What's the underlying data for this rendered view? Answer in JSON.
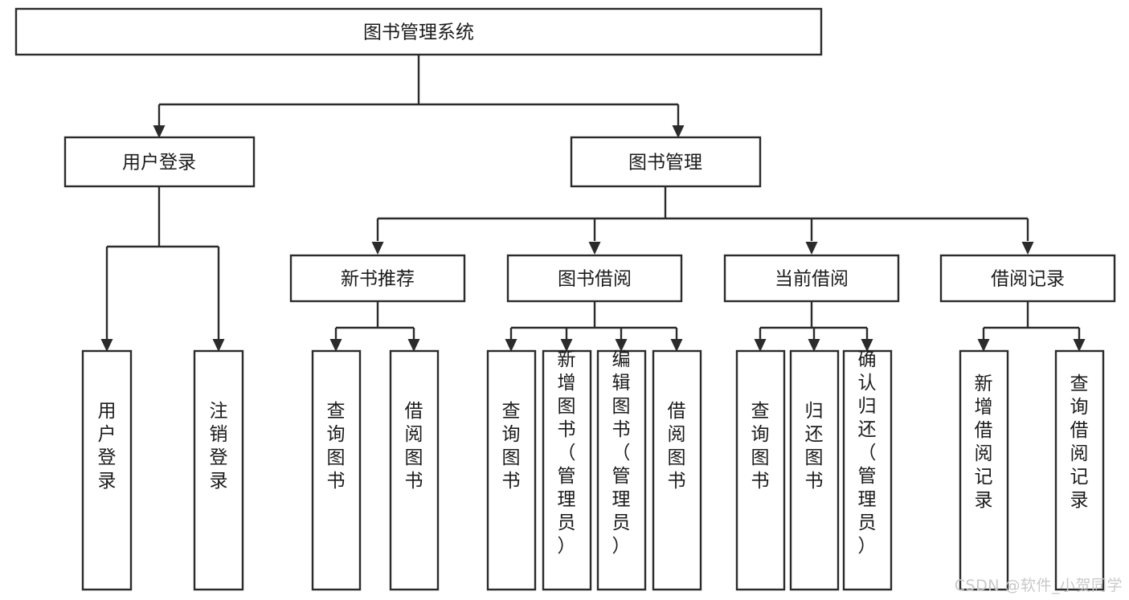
{
  "diagram": {
    "type": "tree-hierarchy",
    "title": "图书管理系统",
    "watermark": "CSDN @软件_小贺同学",
    "colors": {
      "box_fill": "#ffffff",
      "box_stroke": "#2b2b2b",
      "text": "#1b1b1b",
      "background": "#ffffff",
      "watermark": "#c9c9c9"
    },
    "levels": {
      "root": {
        "label": "图书管理系统"
      },
      "level2": [
        {
          "label": "用户登录"
        },
        {
          "label": "图书管理"
        }
      ],
      "level3": [
        {
          "label": "新书推荐"
        },
        {
          "label": "图书借阅"
        },
        {
          "label": "当前借阅"
        },
        {
          "label": "借阅记录"
        }
      ]
    },
    "leaves": {
      "user_login": [
        {
          "label": "用户登录"
        },
        {
          "label": "注销登录"
        }
      ],
      "new_book_recommend": [
        {
          "label": "查询图书"
        },
        {
          "label": "借阅图书"
        }
      ],
      "book_borrow": [
        {
          "label": "查询图书"
        },
        {
          "label": "新增图书（管理员）"
        },
        {
          "label": "编辑图书（管理员）"
        },
        {
          "label": "借阅图书"
        }
      ],
      "current_borrow": [
        {
          "label": "查询图书"
        },
        {
          "label": "归还图书"
        },
        {
          "label": "确认归还（管理员）"
        }
      ],
      "borrow_record": [
        {
          "label": "新增借阅记录"
        },
        {
          "label": "查询借阅记录"
        }
      ]
    }
  }
}
